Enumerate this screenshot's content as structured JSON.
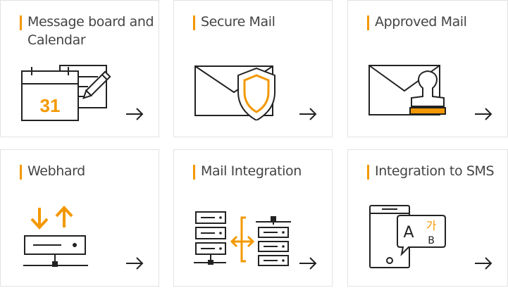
{
  "cards": [
    {
      "title": "Message board and Calendar",
      "icon": "calendar-board-icon",
      "calendar_day": "31"
    },
    {
      "title": "Secure Mail",
      "icon": "shield-mail-icon"
    },
    {
      "title": "Approved Mail",
      "icon": "stamp-mail-icon"
    },
    {
      "title": "Webhard",
      "icon": "upload-download-server-icon"
    },
    {
      "title": "Mail Integration",
      "icon": "server-sync-icon"
    },
    {
      "title": "Integration to SMS",
      "icon": "phone-translation-icon",
      "bubble_a": "A",
      "bubble_ga": "가",
      "bubble_b": "B"
    }
  ],
  "colors": {
    "accent": "#f39800",
    "text": "#444444",
    "line": "#222222",
    "border": "#e3e3e3"
  }
}
